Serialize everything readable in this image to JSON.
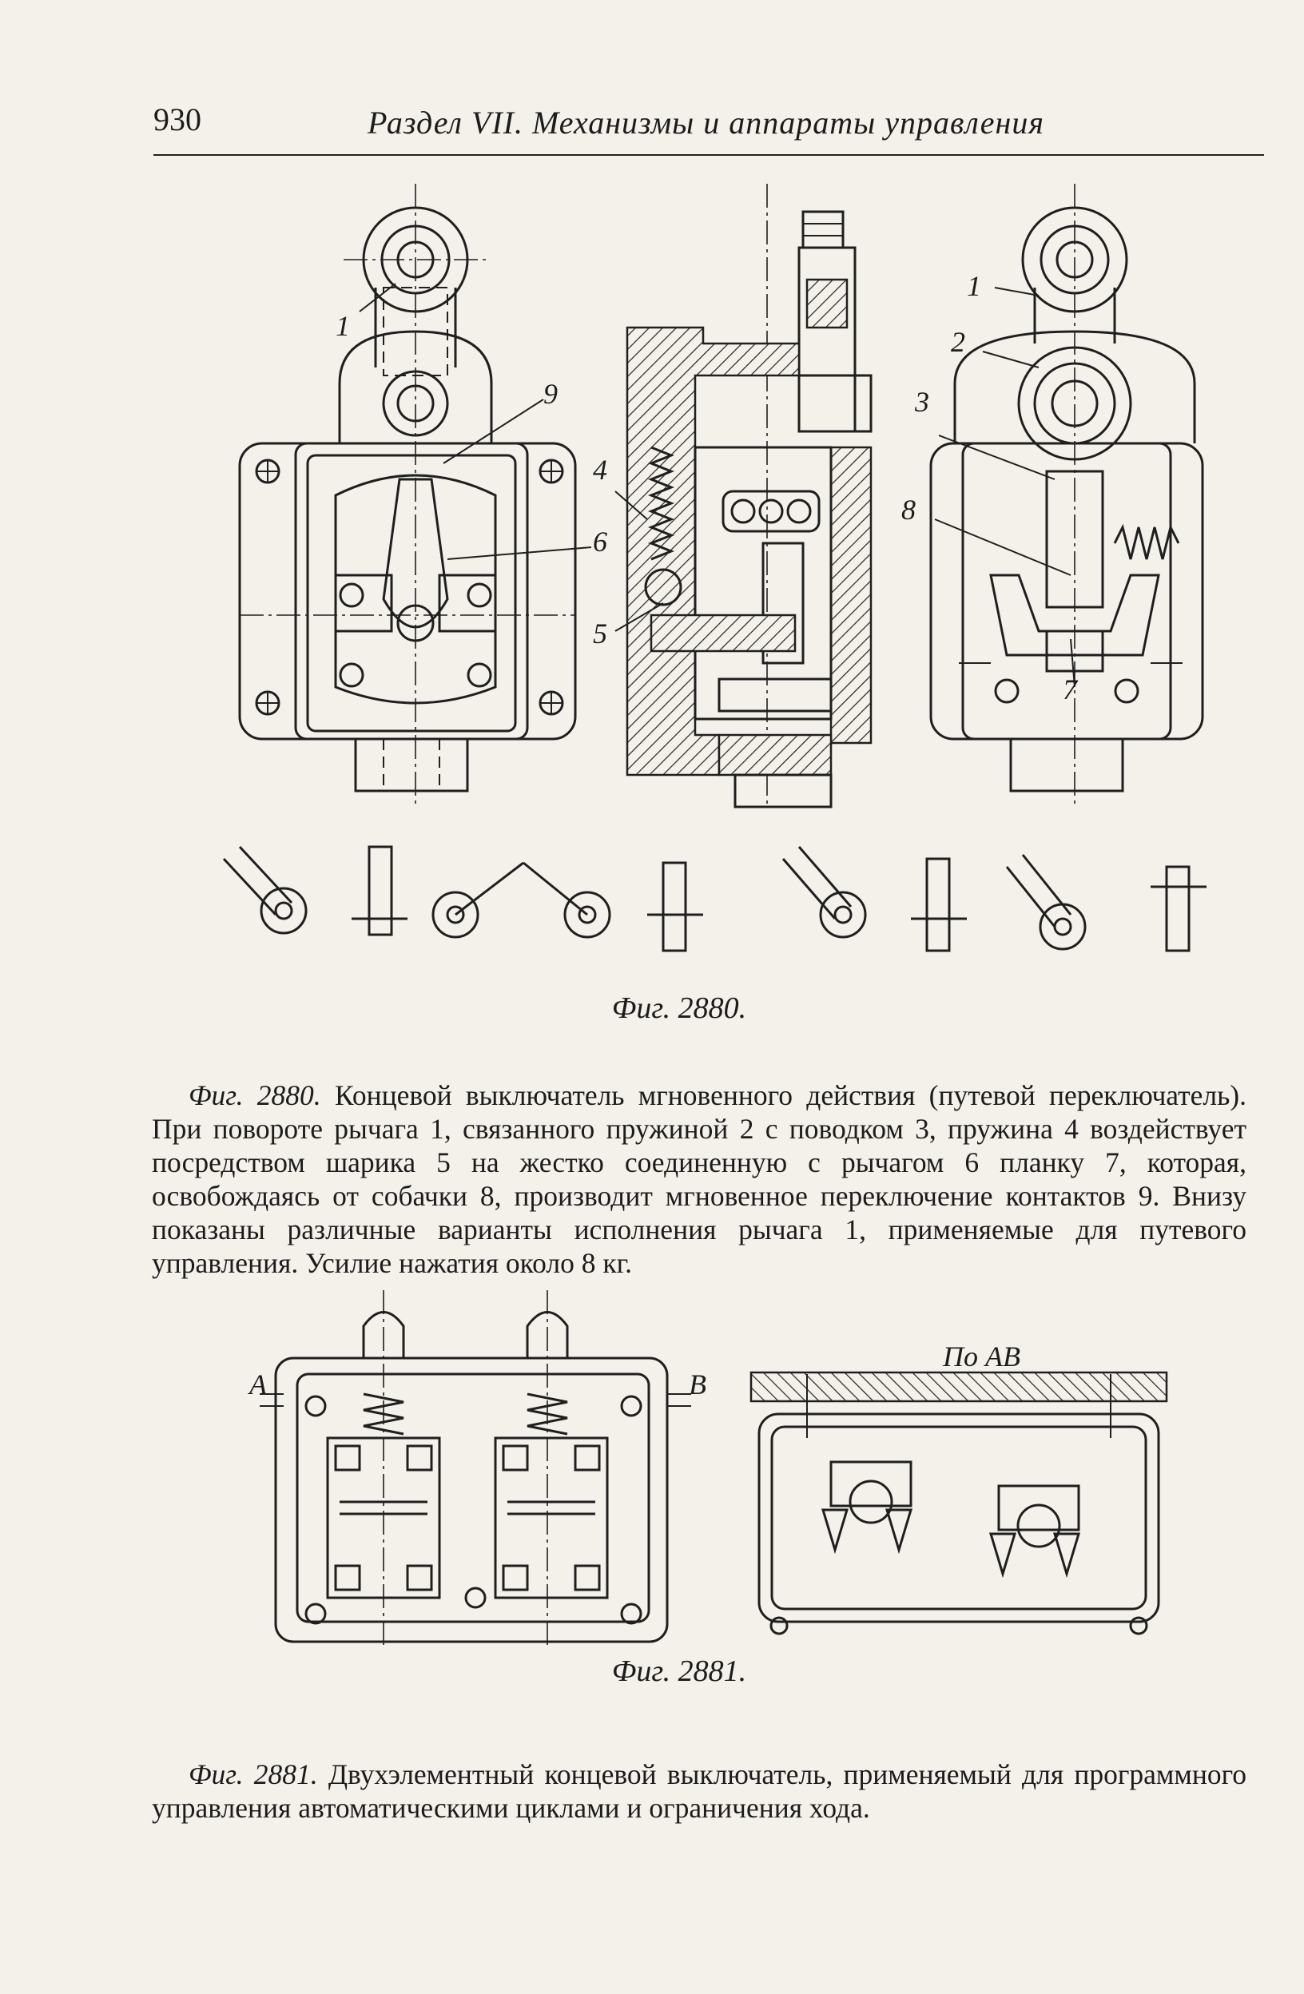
{
  "header": {
    "page_number": "930",
    "running_title": "Раздел VII. Механизмы и аппараты управления"
  },
  "figure_2880": {
    "label": "Фиг. 2880.",
    "callouts": [
      "1",
      "9",
      "4",
      "6",
      "5",
      "1",
      "2",
      "3",
      "8",
      "7"
    ],
    "caption_ref": "Фиг. 2880.",
    "caption_text": "Концевой выключатель мгновенного действия (путевой переключатель). При повороте рычага 1, связанного пружиной 2 с поводком 3, пружина 4 воздействует посредством шарика 5 на жестко соединенную с рычагом 6 планку 7, которая, освобождаясь от собачки 8, производит мгновенное переключение контактов 9. Внизу показаны различные варианты исполнения рычага 1, применяемые для путевого управления. Усилие нажатия около 8 кг."
  },
  "figure_2881": {
    "label": "Фиг. 2881.",
    "section_marks": [
      "А",
      "В"
    ],
    "section_title": "По АВ",
    "caption_ref": "Фиг. 2881.",
    "caption_text": "Двухэлементный концевой выключатель, применяемый для программного управления автоматическими циклами и ограничения хода."
  }
}
